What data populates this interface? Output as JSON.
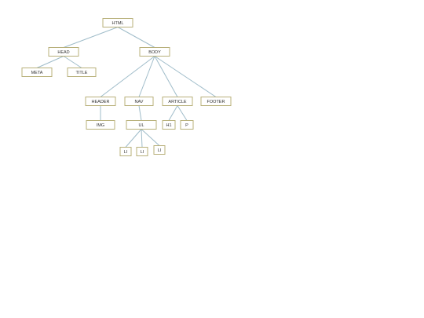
{
  "colors": {
    "edge": "#9fbcc9",
    "node_border": "#b8b07a",
    "text": "#333333",
    "background": "#ffffff"
  },
  "tree": {
    "nodes": [
      {
        "id": "html",
        "label": "HTML"
      },
      {
        "id": "head",
        "label": "HEAD"
      },
      {
        "id": "body",
        "label": "BODY"
      },
      {
        "id": "meta",
        "label": "META"
      },
      {
        "id": "title",
        "label": "TITLE"
      },
      {
        "id": "header",
        "label": "HEADER"
      },
      {
        "id": "nav",
        "label": "NAV"
      },
      {
        "id": "article",
        "label": "ARTICLE"
      },
      {
        "id": "footer",
        "label": "FOOTER"
      },
      {
        "id": "img",
        "label": "IMG"
      },
      {
        "id": "ul",
        "label": "UL"
      },
      {
        "id": "h1",
        "label": "H1"
      },
      {
        "id": "p",
        "label": "P"
      },
      {
        "id": "li1",
        "label": "LI"
      },
      {
        "id": "li2",
        "label": "LI"
      },
      {
        "id": "li3",
        "label": "LI"
      }
    ],
    "edges": [
      [
        "html",
        "head"
      ],
      [
        "html",
        "body"
      ],
      [
        "head",
        "meta"
      ],
      [
        "head",
        "title"
      ],
      [
        "body",
        "header"
      ],
      [
        "body",
        "nav"
      ],
      [
        "body",
        "article"
      ],
      [
        "body",
        "footer"
      ],
      [
        "header",
        "img"
      ],
      [
        "nav",
        "ul"
      ],
      [
        "article",
        "h1"
      ],
      [
        "article",
        "p"
      ],
      [
        "ul",
        "li1"
      ],
      [
        "ul",
        "li2"
      ],
      [
        "ul",
        "li3"
      ]
    ]
  }
}
